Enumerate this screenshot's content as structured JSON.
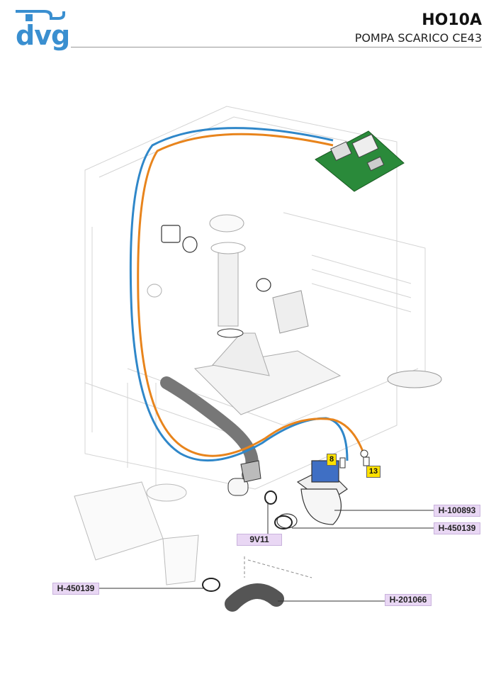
{
  "header": {
    "logo_text": "dvg",
    "model_code": "HO10A",
    "subtitle": "POMPA SCARICO CE43"
  },
  "colors": {
    "blue_wire": "#2f87c9",
    "orange_wire": "#e8841c",
    "pcb": "#2a8a3a",
    "label_bg": "#e9d7f4",
    "tag_bg": "#ffe100"
  },
  "labels": {
    "pump": "H-100893",
    "clamp_right": "H-450139",
    "clamp_left": "H-450139",
    "hose": "H-201066",
    "adapter": "9V11",
    "tag_8": "8",
    "tag_13": "13"
  }
}
